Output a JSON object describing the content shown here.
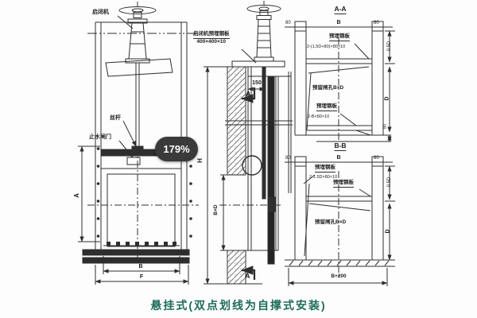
{
  "page": {
    "background": "#fdfdfd",
    "line_color": "#2e2e2e",
    "caption_color": "#1f6b5a",
    "badge_color": "#3a3a3a"
  },
  "caption": "悬挂式(双点划线为自撑式安装)",
  "zoom_badge": {
    "value": "179%"
  },
  "front_view": {
    "hoist": "启闭机",
    "screw": "丝杆",
    "gate": "止水闸门",
    "dim_a": "A",
    "dim_b": "B",
    "dim_f": "F"
  },
  "side_view": {
    "plate_line1": "启闭机预埋钢板",
    "plate_line2": "400×400×10",
    "dim_150": "150",
    "cut_top": "A",
    "cut_bottom": "A",
    "dim_h": "H",
    "dim_bxd": "B×D"
  },
  "section_aa": {
    "title": "A-A",
    "dim_80_left": "80",
    "dim_b": "B",
    "dim_80_right": "80",
    "plate_top": "预埋钢板",
    "plate_top_spec": "2-(1.5D+80)×80×10",
    "dim_half_d": "0.5D",
    "hole": "预留闸孔B×D",
    "plate_bottom": "预埋钢板",
    "plate_bottom_spec": "2-B×80×10",
    "dim_d": "D",
    "dim_80_bottom": "80"
  },
  "section_bb": {
    "title": "B-B",
    "dim_80_left": "80",
    "dim_b": "B",
    "dim_80_right": "80",
    "plate_top": "预埋钢板",
    "plate_top_spec": "2-1.5D×80×10",
    "plate_mid": "预埋钢板",
    "dim_half_d": "0.5D",
    "hole": "预留闸孔B×D",
    "dim_d": "D",
    "dim_base": "B+200"
  }
}
